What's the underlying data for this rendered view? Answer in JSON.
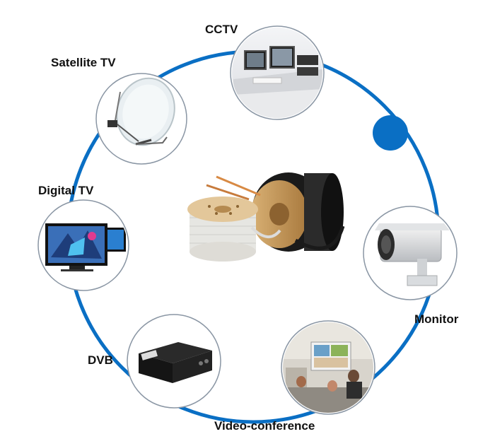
{
  "diagram": {
    "ring_color": "#0a6fc4",
    "nodes": [
      {
        "id": "cctv",
        "label": "CCTV",
        "icon": "control-room-photo"
      },
      {
        "id": "satellite",
        "label": "Satellite TV",
        "icon": "satellite-dish"
      },
      {
        "id": "digital",
        "label": "Digital TV",
        "icon": "tv-screens"
      },
      {
        "id": "dvb",
        "label": "DVB",
        "icon": "dvb-receiver-box"
      },
      {
        "id": "video",
        "label": "Video-conference",
        "icon": "meeting-room-photo"
      },
      {
        "id": "monitor",
        "label": "Monitor",
        "icon": "security-camera"
      }
    ],
    "center": {
      "icon": "coaxial-cable-reels"
    }
  }
}
